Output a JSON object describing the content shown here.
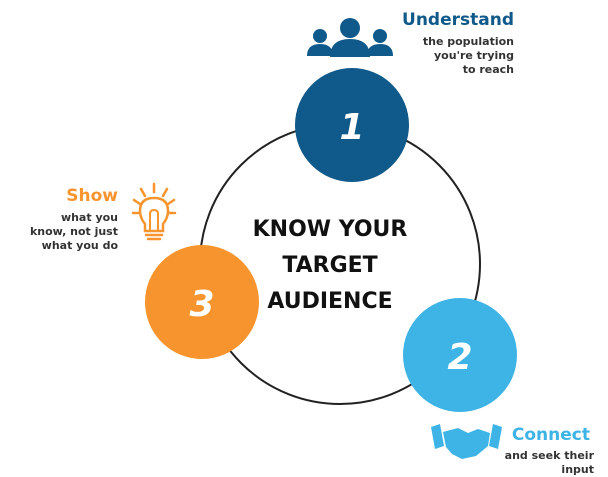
{
  "center_title": [
    "KNOW YOUR",
    "TARGET",
    "AUDIENCE"
  ],
  "colors": {
    "step1": "#0f5a8a",
    "step2": "#3db4e5",
    "step3": "#f7942d",
    "ring": "#222222"
  },
  "steps": [
    {
      "number": "1",
      "heading": "Understand",
      "description": [
        "the population",
        "you're trying",
        "to reach"
      ],
      "icon": "people-group-icon"
    },
    {
      "number": "2",
      "heading": "Connect",
      "description": [
        "and seek their",
        "input"
      ],
      "icon": "handshake-icon"
    },
    {
      "number": "3",
      "heading": "Show",
      "description": [
        "what you",
        "know, not just",
        "what you do"
      ],
      "icon": "lightbulb-icon"
    }
  ]
}
